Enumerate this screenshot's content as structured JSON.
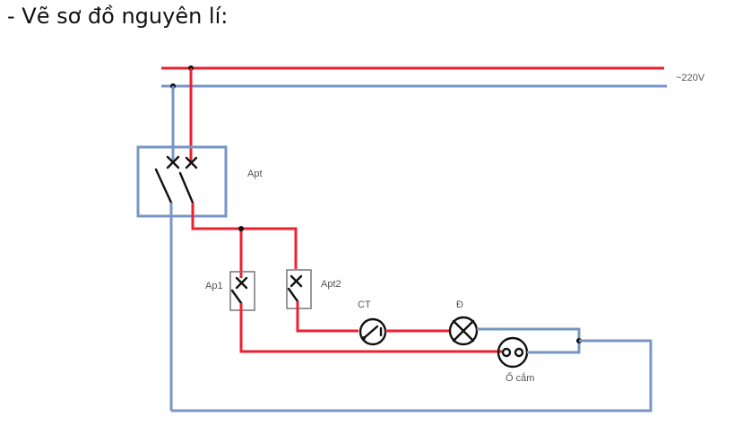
{
  "heading": "- Vẽ sơ đồ nguyên lí:",
  "diagram": {
    "supply_label": "~220V",
    "main_breaker_label": "Apt",
    "breaker1_label": "Ap1",
    "breaker2_label": "Apt2",
    "switch_label": "CT",
    "lamp_label": "Đ",
    "socket_label": "Ổ cắm",
    "colors": {
      "phase_wire": "#ee2030",
      "neutral_wire": "#7796c6",
      "symbol": "#111111"
    }
  }
}
